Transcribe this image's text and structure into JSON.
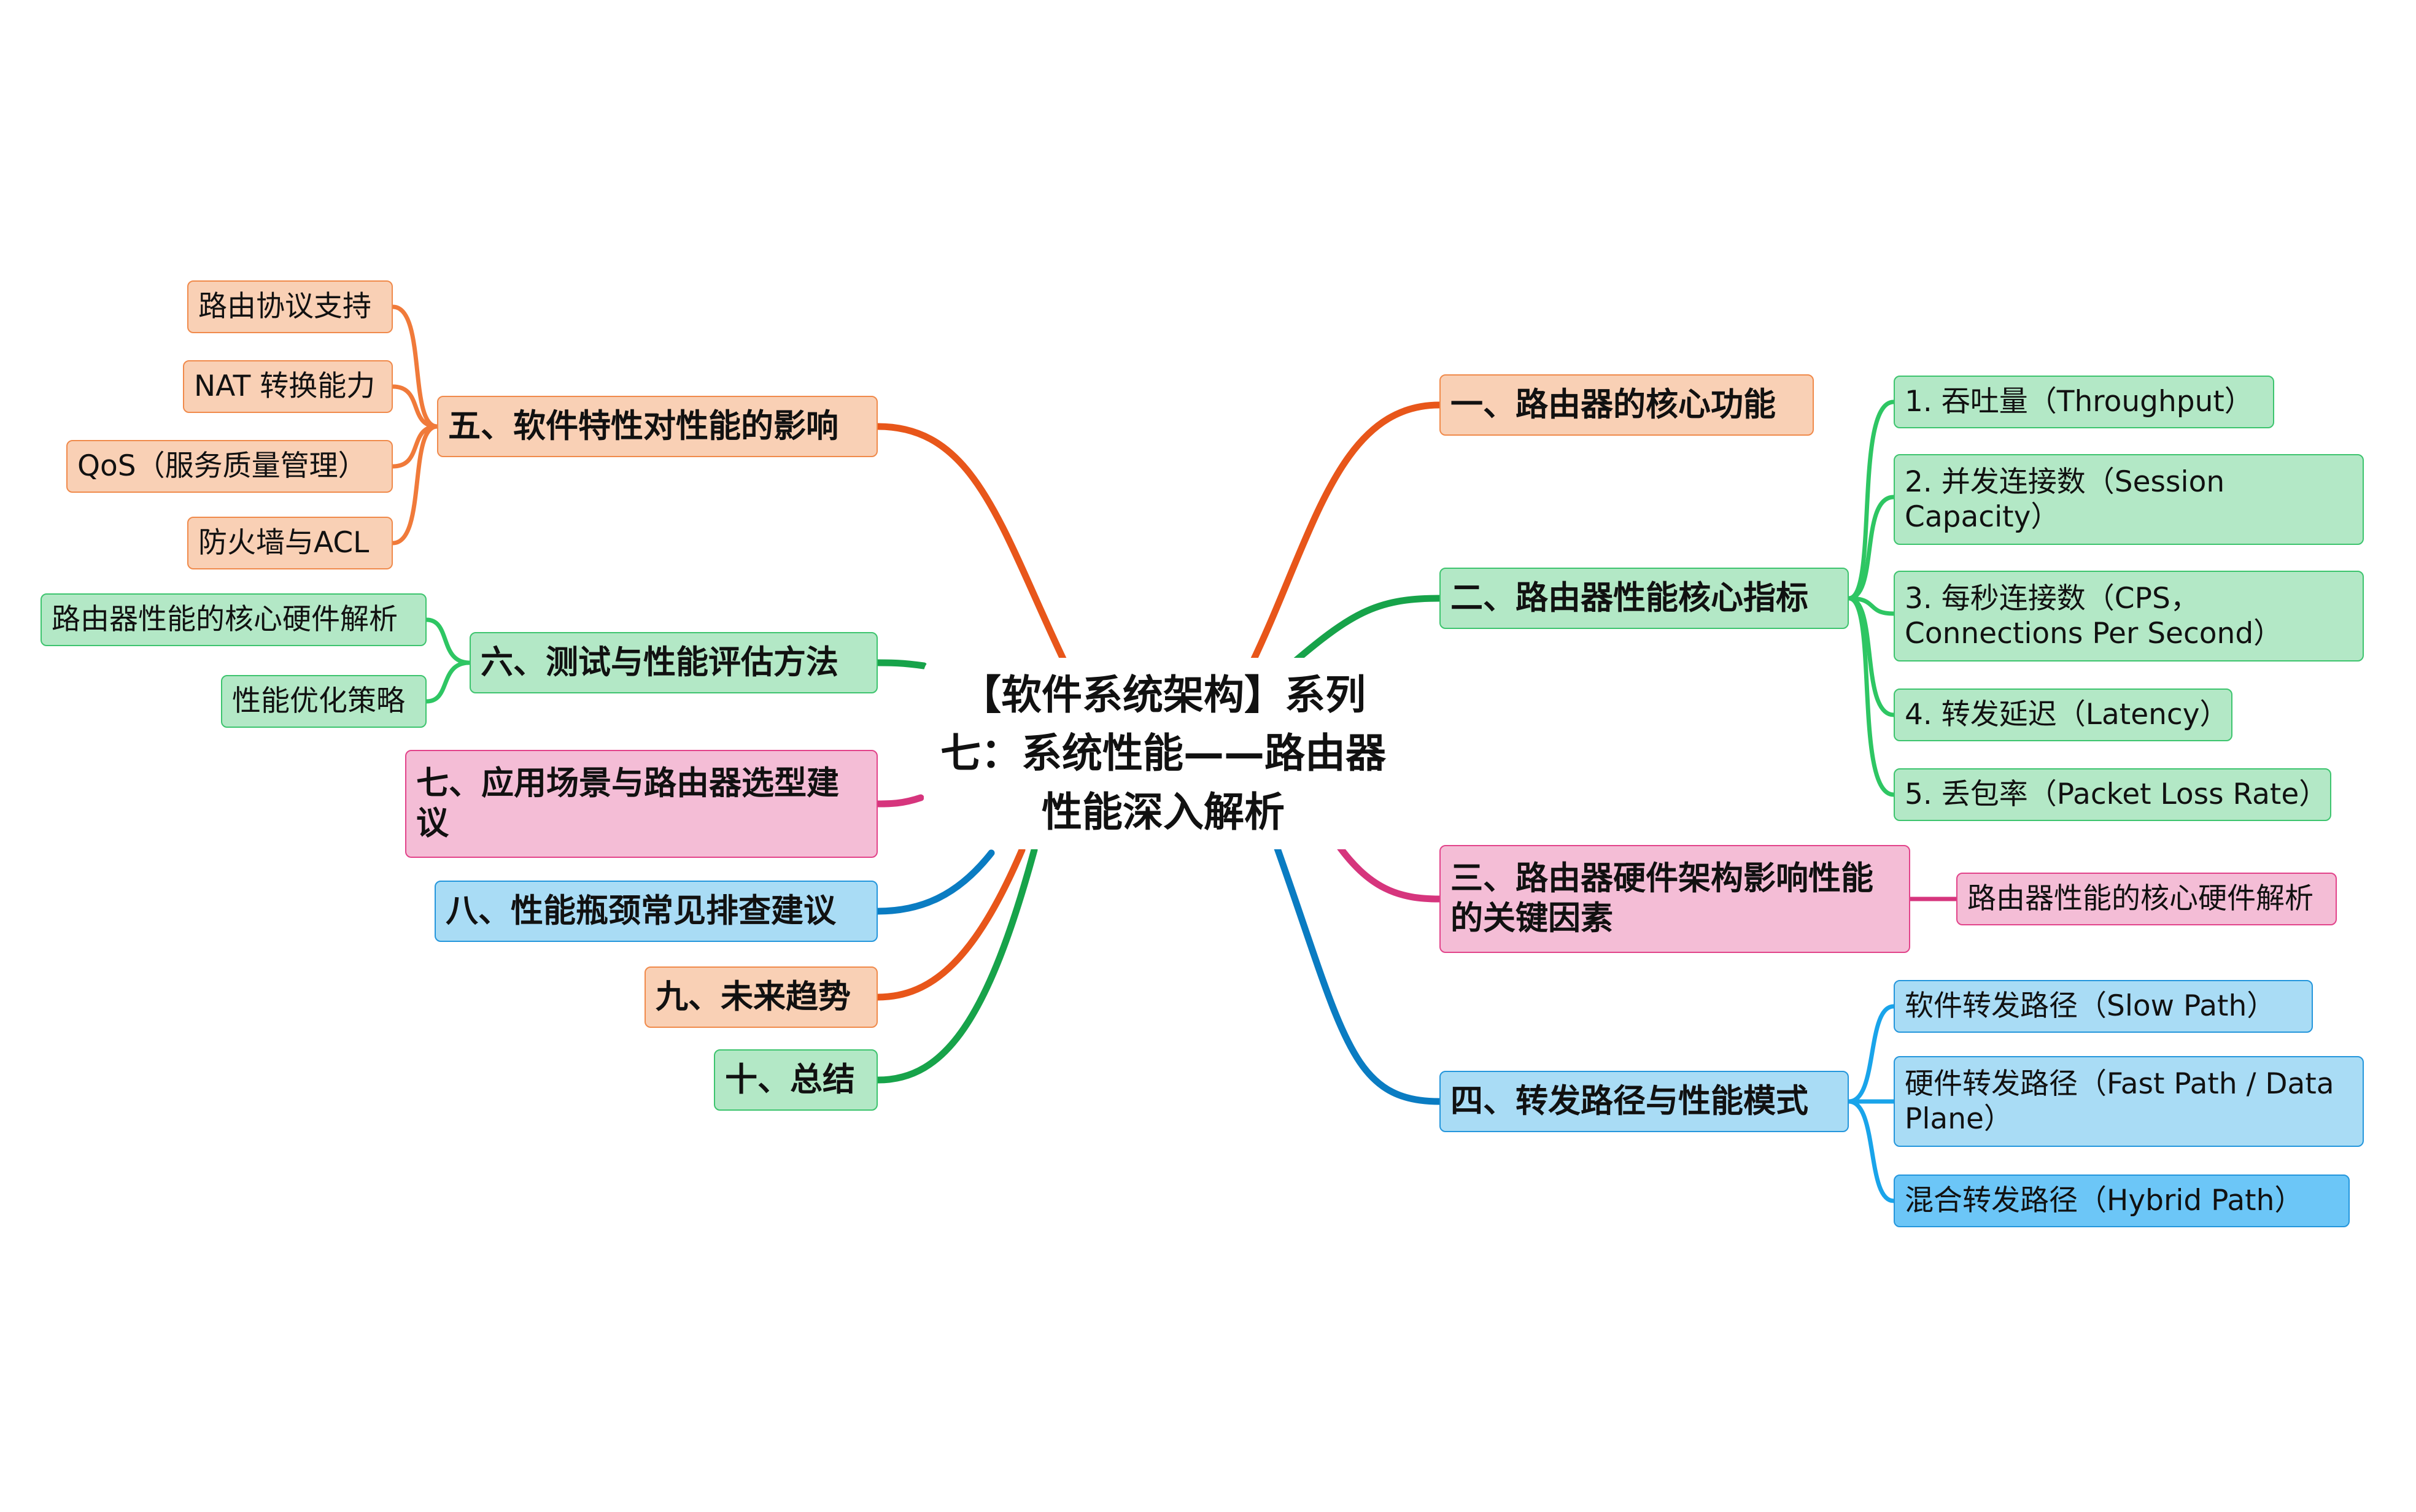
{
  "center": "【软件系统架构】系列七：系统性能——路由器性能深入解析",
  "colors": {
    "orange_line": "#e8561a",
    "green_line": "#17a34a",
    "pink_line": "#d6357d",
    "blue_line": "#0a7cc2",
    "orange_leaf_line": "#f07a3a",
    "green_leaf_line": "#2ec663",
    "blue_leaf_line": "#19a4ea"
  },
  "right": [
    {
      "title": "一、路由器的核心功能",
      "children": []
    },
    {
      "title": "二、路由器性能核心指标",
      "children": [
        "1. 吞吐量（Throughput）",
        "2. 并发连接数（Session Capacity）",
        "3. 每秒连接数（CPS，Connections Per Second）",
        "4. 转发延迟（Latency）",
        "5. 丢包率（Packet Loss Rate）"
      ]
    },
    {
      "title": "三、路由器硬件架构影响性能的关键因素",
      "children": [
        "路由器性能的核心硬件解析"
      ]
    },
    {
      "title": "四、转发路径与性能模式",
      "children": [
        "软件转发路径（Slow Path）",
        "硬件转发路径（Fast Path / Data Plane）",
        "混合转发路径（Hybrid Path）"
      ]
    }
  ],
  "left": [
    {
      "title": "五、软件特性对性能的影响",
      "children": [
        "路由协议支持",
        "NAT 转换能力",
        "QoS（服务质量管理）",
        "防火墙与ACL"
      ]
    },
    {
      "title": "六、测试与性能评估方法",
      "children": [
        "路由器性能的核心硬件解析",
        "性能优化策略"
      ]
    },
    {
      "title": "七、应用场景与路由器选型建议",
      "children": []
    },
    {
      "title": "八、性能瓶颈常见排查建议",
      "children": []
    },
    {
      "title": "九、未来趋势",
      "children": []
    },
    {
      "title": "十、总结",
      "children": []
    }
  ]
}
